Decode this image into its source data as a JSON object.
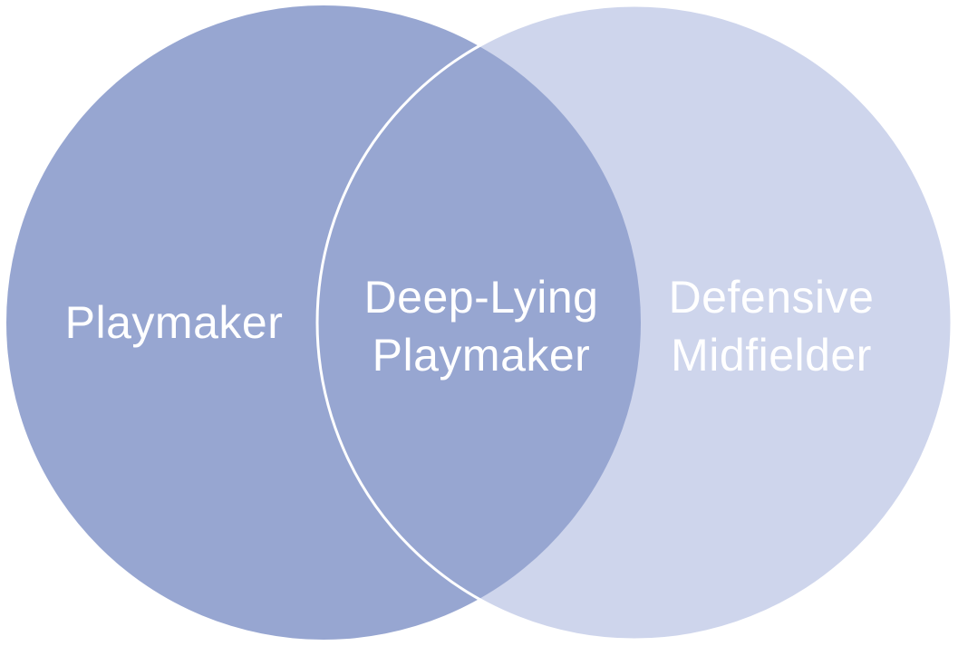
{
  "diagram": {
    "type": "venn",
    "background_color": "#FFFFFF",
    "text_color": "#FFFFFF",
    "outline_color": "#FFFFFF",
    "left_circle": {
      "label": "Playmaker",
      "fill": "#97A6D1"
    },
    "right_circle": {
      "label": "Defensive Midfielder",
      "label_line1": "Defensive",
      "label_line2": "Midfielder",
      "fill": "#CED5EC"
    },
    "intersection": {
      "label": "Deep-Lying Playmaker",
      "label_line1": "Deep-Lying",
      "label_line2": "Playmaker"
    }
  }
}
